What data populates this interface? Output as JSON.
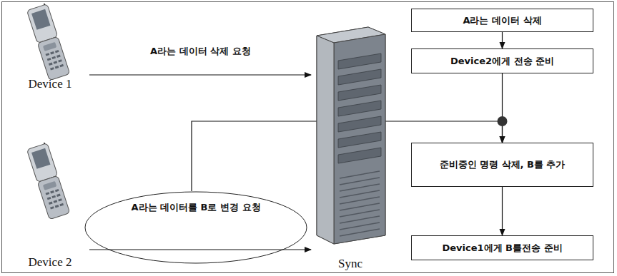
{
  "diagram": {
    "nodes": [
      {
        "text": [
          "Device 1"
        ]
      },
      {
        "text": [
          "Device 2"
        ]
      },
      {
        "text": [
          "A라는 데이터를 B로 변경 요청"
        ]
      },
      {
        "text": [
          "Sync"
        ]
      },
      {
        "text": [
          "A라는 데이터 삭제"
        ]
      },
      {
        "text": [
          "Device2에게 전송 준비"
        ]
      },
      {
        "text": [
          "준비중인 명령 삭제, B를 추가"
        ]
      },
      {
        "text": [
          "Device1에게 B를전송 준비"
        ]
      }
    ],
    "edges": [
      {
        "from": 0,
        "to": 3,
        "arrow": "to",
        "label": "A라는 데이터 삭제 요청"
      },
      {
        "from": 1,
        "to": 3,
        "arrow": "to"
      },
      {
        "from": 4,
        "to": 5,
        "arrow": "to"
      },
      {
        "from": 5,
        "to": 6,
        "arrow": "to"
      },
      {
        "from": 2,
        "to": 6,
        "arrow": "to"
      },
      {
        "from": 6,
        "to": 7,
        "arrow": "to"
      }
    ]
  }
}
